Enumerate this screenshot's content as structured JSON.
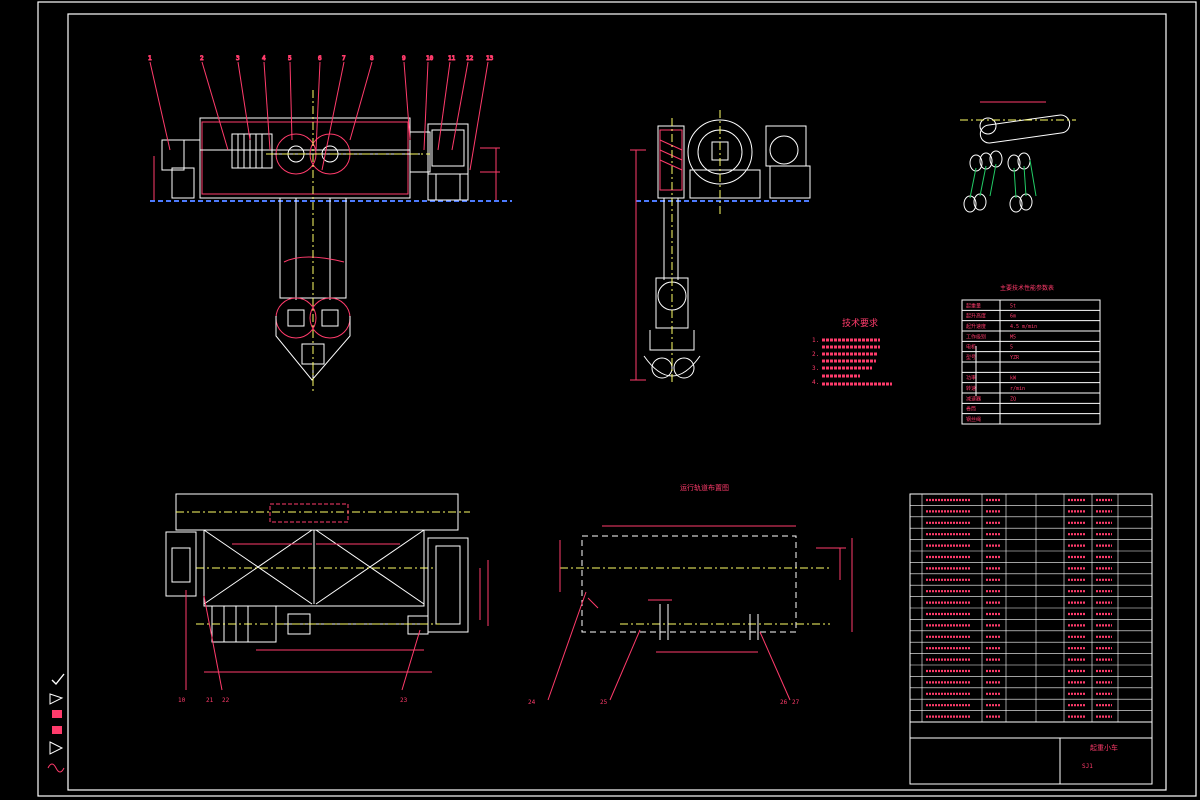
{
  "drawing": {
    "tech_title": "技术要求",
    "tech_notes": [
      "1.",
      "2.",
      "3.",
      "4."
    ],
    "params_title": "主要技术性能参数表",
    "params_rows": [
      {
        "k": "起重量",
        "v": "5t"
      },
      {
        "k": "起升高度",
        "v": "6m"
      },
      {
        "k": "起升速度",
        "v": "4.5 m/min"
      },
      {
        "k": "工作级别",
        "v": "M5"
      },
      {
        "k": "电机",
        "v": "5"
      },
      {
        "k": "型号",
        "v": "YZR"
      },
      {
        "k": "",
        "v": ""
      },
      {
        "k": "功率",
        "v": "kW"
      },
      {
        "k": "转速",
        "v": "r/min"
      },
      {
        "k": "减速器",
        "v": "ZQ"
      },
      {
        "k": "卷筒",
        "v": ""
      },
      {
        "k": "钢丝绳",
        "v": ""
      }
    ],
    "layout_title": "运行轨道布置图",
    "title_block": {
      "heading": "起重小车",
      "drawing_no": "SJ1"
    },
    "callouts_top": [
      "1",
      "2",
      "3",
      "4",
      "5",
      "6",
      "7",
      "8",
      "9",
      "10",
      "11",
      "12",
      "13"
    ],
    "callouts_bottom_left": [
      "10",
      "21",
      "22",
      "23"
    ],
    "callouts_bottom_right": [
      "24",
      "25",
      "26",
      "27"
    ],
    "toolbar_icons": [
      "check-icon",
      "pencil-icon",
      "eraser-icon",
      "fill-icon",
      "arrow-icon",
      "wave-icon"
    ]
  }
}
